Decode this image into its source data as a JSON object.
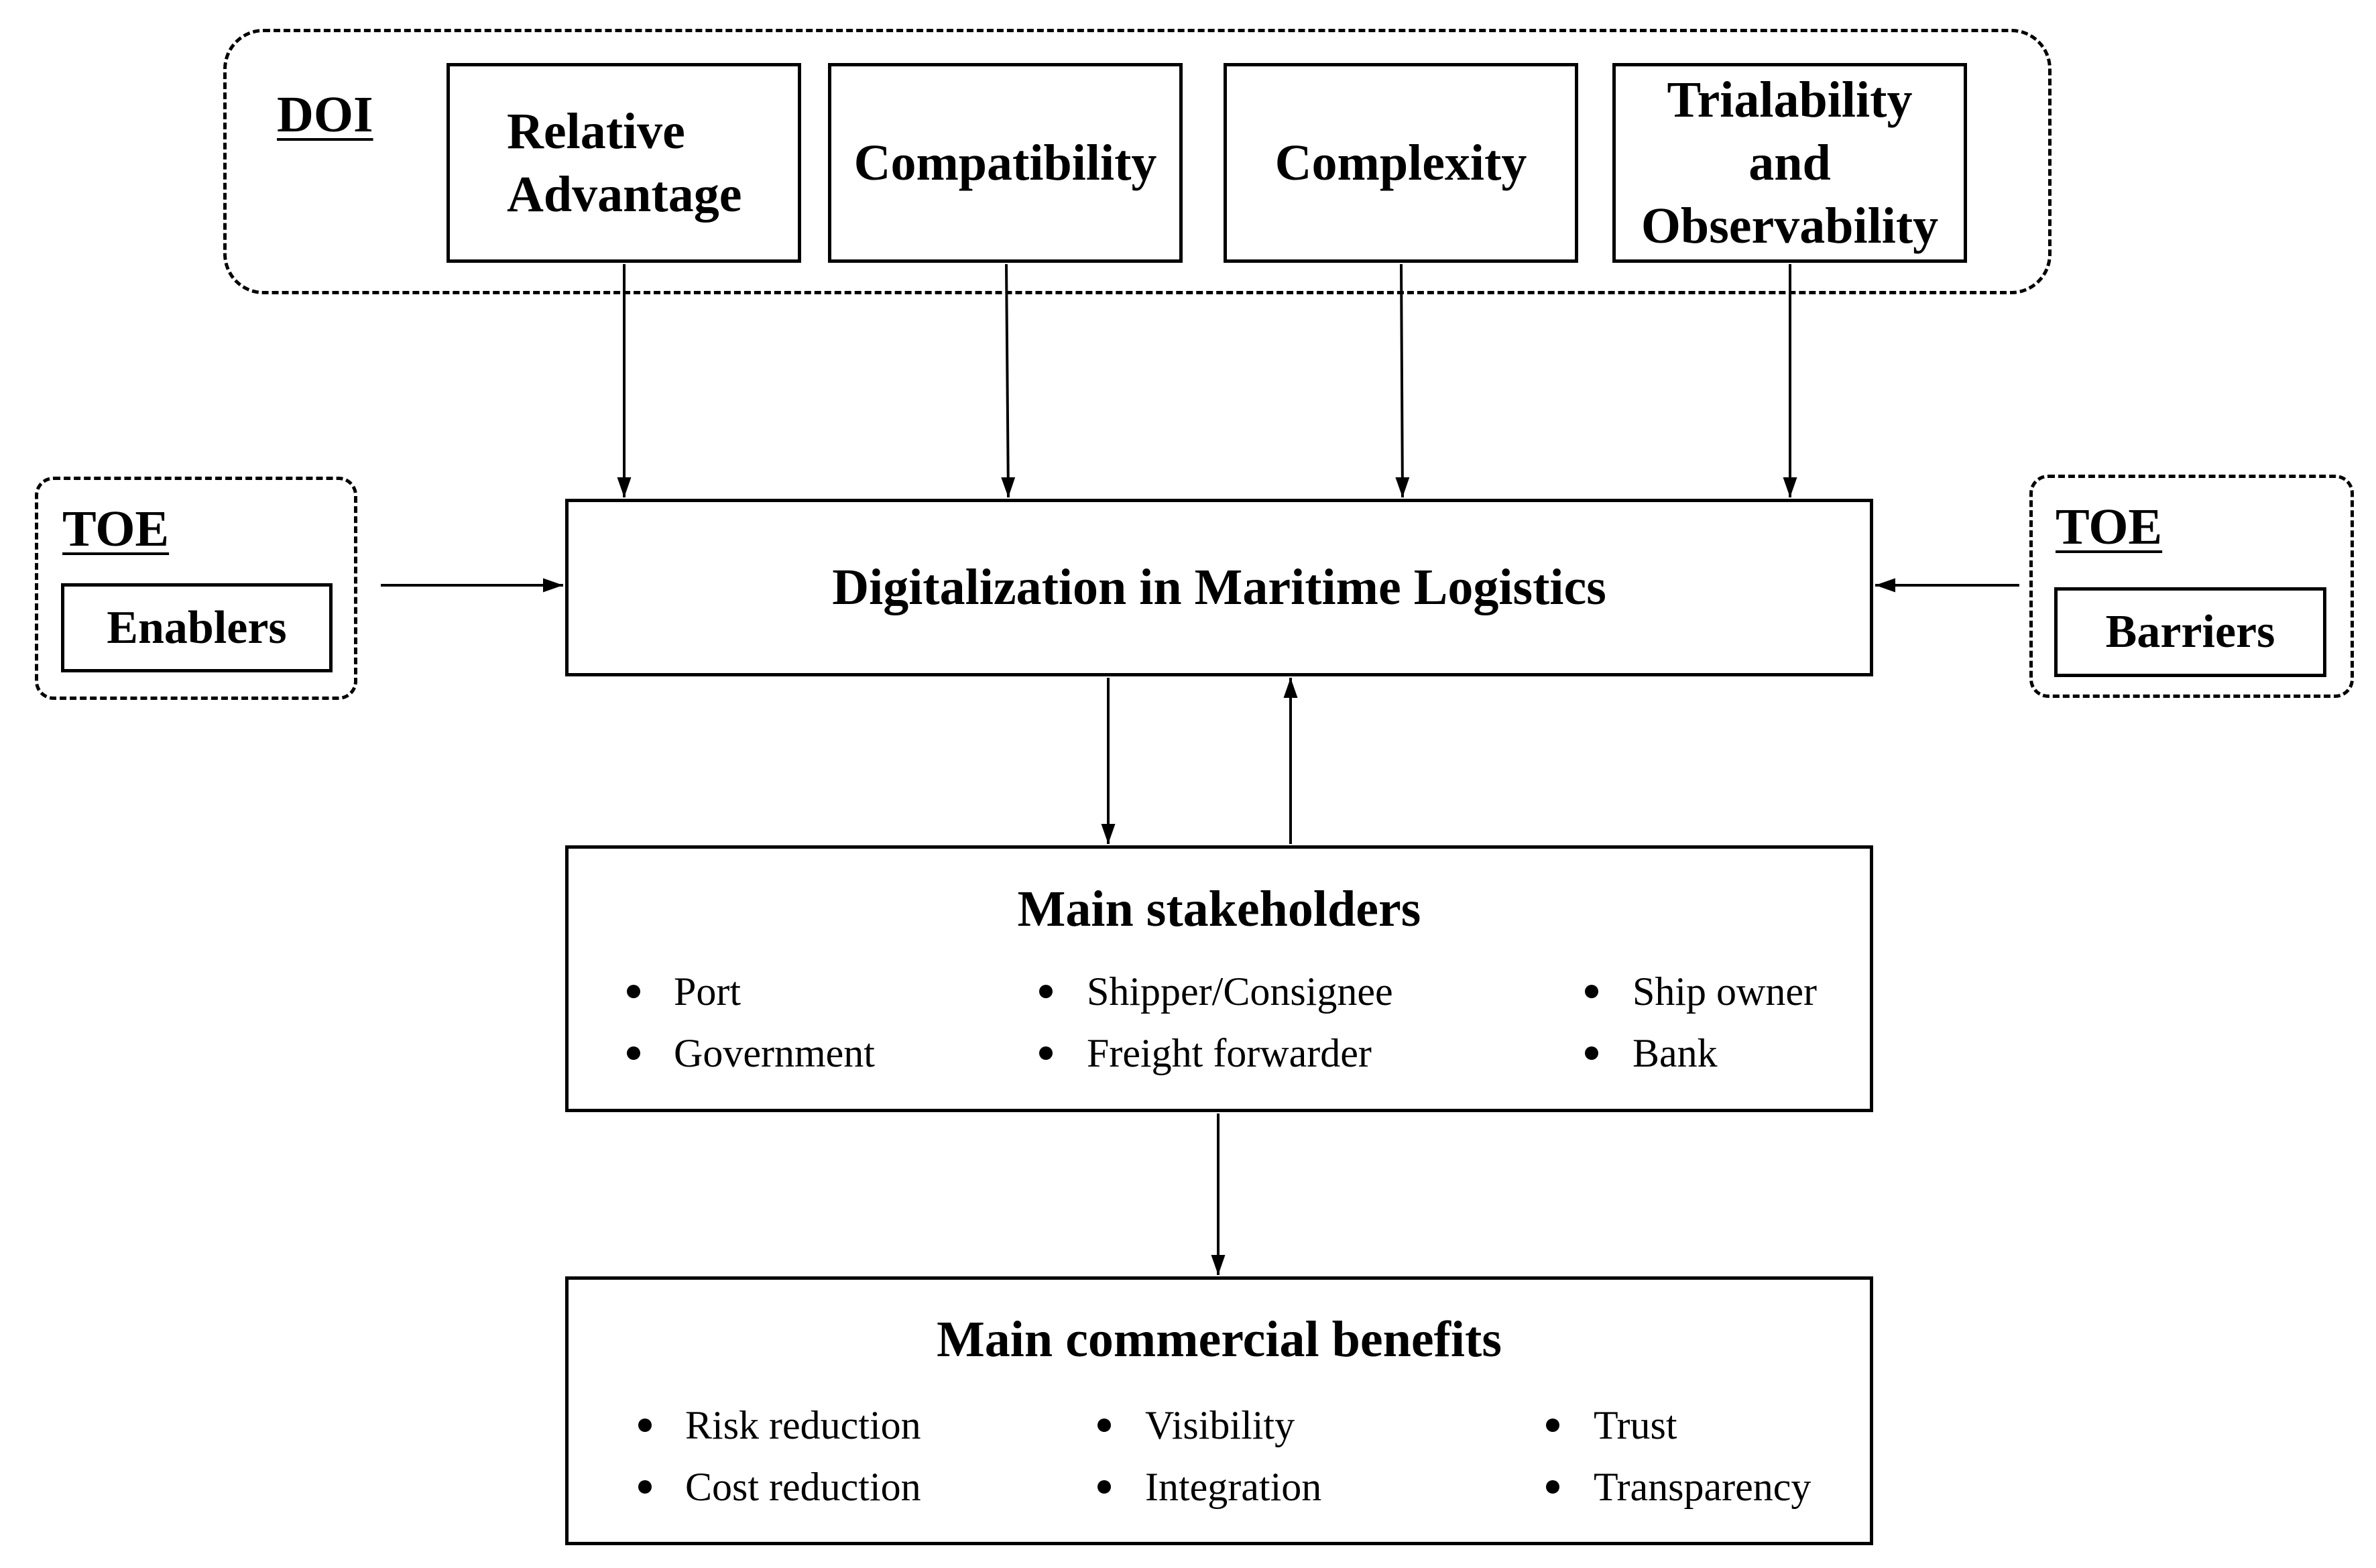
{
  "doi": {
    "label": "DOI",
    "factors": [
      {
        "line1": "Relative",
        "line2": "Advantage"
      },
      {
        "text": "Compatibility"
      },
      {
        "text": "Complexity"
      },
      {
        "line1": "Trialability",
        "line2": "and",
        "line3": "Observability"
      }
    ]
  },
  "toe_left": {
    "label": "TOE",
    "item": "Enablers"
  },
  "toe_right": {
    "label": "TOE",
    "item": "Barriers"
  },
  "center": {
    "title": "Digitalization in Maritime Logistics"
  },
  "stakeholders": {
    "title": "Main stakeholders",
    "items": [
      "Port",
      "Government",
      "Shipper/Consignee",
      "Freight forwarder",
      "Ship owner",
      "Bank"
    ]
  },
  "benefits": {
    "title": "Main commercial benefits",
    "items": [
      "Risk reduction",
      "Cost reduction",
      "Visibility",
      "Integration",
      "Trust",
      "Transparency"
    ]
  }
}
